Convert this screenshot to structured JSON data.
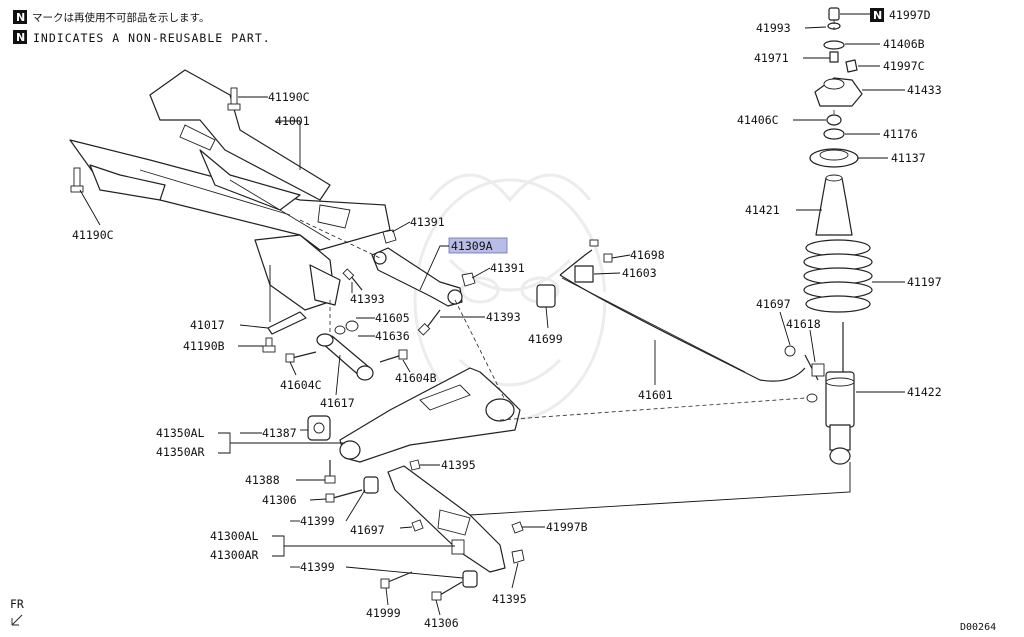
{
  "legend": {
    "n_badge": "N",
    "note_ja": "マークは再使用不可部品を示します。",
    "note_en": "INDICATES A NON-REUSABLE PART."
  },
  "direction_label": "FR",
  "drawing_code": "D00264",
  "highlighted_part": "41309A",
  "callouts": {
    "c41190C_top": "41190C",
    "c41001": "41001",
    "c41190C_left": "41190C",
    "c41391_a": "41391",
    "c41309A": "41309A",
    "c41391_b": "41391",
    "c41393_a": "41393",
    "c41393_b": "41393",
    "c41605": "41605",
    "c41636": "41636",
    "c41017": "41017",
    "c41190B": "41190B",
    "c41604C": "41604C",
    "c41604B": "41604B",
    "c41617": "41617",
    "c41698": "41698",
    "c41603": "41603",
    "c41699": "41699",
    "c41601": "41601",
    "c41350AL": "41350AL",
    "c41350AR": "41350AR",
    "c41387": "41387",
    "c41388": "41388",
    "c41306_a": "41306",
    "c41395_a": "41395",
    "c41399_a": "41399",
    "c41697_a": "41697",
    "c41300AL": "41300AL",
    "c41300AR": "41300AR",
    "c41399_b": "41399",
    "c41997B": "41997B",
    "c41999": "41999",
    "c41306_b": "41306",
    "c41395_b": "41395",
    "c41993": "41993",
    "c41997D": "41997D",
    "c41406B": "41406B",
    "c41971": "41971",
    "c41997C": "41997C",
    "c41433": "41433",
    "c41406C": "41406C",
    "c41176": "41176",
    "c41137": "41137",
    "c41421": "41421",
    "c41197": "41197",
    "c41697_b": "41697",
    "c41618": "41618",
    "c41422": "41422"
  }
}
